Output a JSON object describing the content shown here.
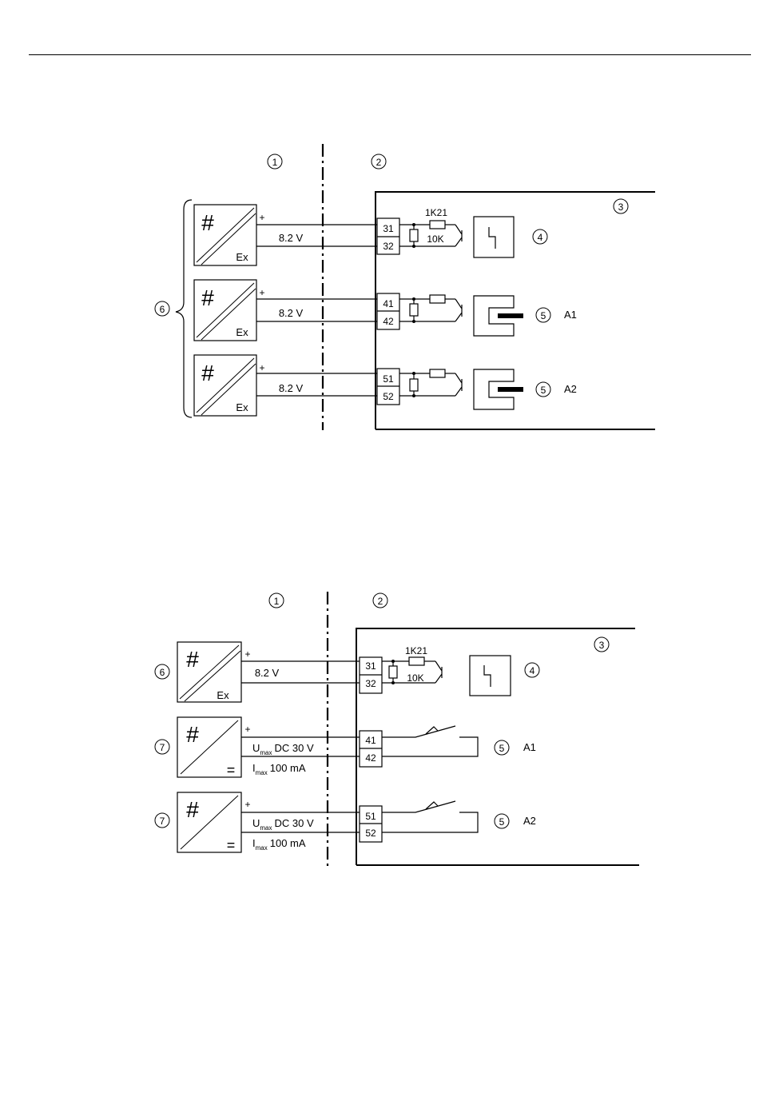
{
  "diagrams": [
    {
      "callouts": {
        "hazardous_area": "1",
        "safe_area": "2",
        "device": "3",
        "fault_detector": "4"
      },
      "fault_resistor_label": "1K21",
      "shunt_resistor_label": "10K",
      "inputs": [
        {
          "callout": "6",
          "type": "Ex",
          "plus": "+",
          "voltage": "8.2 V",
          "terminals": [
            "31",
            "32"
          ],
          "output": "fault"
        },
        {
          "callout": "6",
          "type": "Ex",
          "plus": "+",
          "voltage": "8.2 V",
          "terminals": [
            "41",
            "42"
          ],
          "output": "A1",
          "output_callout": "5"
        },
        {
          "callout": "6",
          "type": "Ex",
          "plus": "+",
          "voltage": "8.2 V",
          "terminals": [
            "51",
            "52"
          ],
          "output": "A2",
          "output_callout": "5"
        }
      ],
      "output_style": "slot-initiator"
    },
    {
      "callouts": {
        "hazardous_area": "1",
        "safe_area": "2",
        "device": "3",
        "fault_detector": "4"
      },
      "fault_resistor_label": "1K21",
      "shunt_resistor_label": "10K",
      "inputs": [
        {
          "callout": "6",
          "type": "Ex",
          "plus": "+",
          "voltage": "8.2 V",
          "terminals": [
            "31",
            "32"
          ],
          "output": "fault"
        },
        {
          "callout": "7",
          "type": "=",
          "plus": "+",
          "umax": {
            "sym": "U",
            "sub": "max",
            "value": "DC 30 V"
          },
          "imax": {
            "sym": "I",
            "sub": "max",
            "value": "100 mA"
          },
          "terminals": [
            "41",
            "42"
          ],
          "output": "A1",
          "output_callout": "5"
        },
        {
          "callout": "7",
          "type": "=",
          "plus": "+",
          "umax": {
            "sym": "U",
            "sub": "max",
            "value": "DC 30 V"
          },
          "imax": {
            "sym": "I",
            "sub": "max",
            "value": "100 mA"
          },
          "terminals": [
            "51",
            "52"
          ],
          "output": "A2",
          "output_callout": "5"
        }
      ],
      "output_style": "switch-contact"
    }
  ]
}
